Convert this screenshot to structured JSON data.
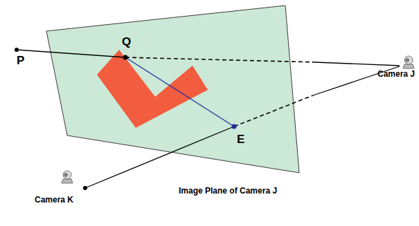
{
  "diagram": {
    "labels": [
      "Q",
      "P",
      "Camera J",
      "E",
      "Image Plane of Camera J",
      "Camera K"
    ]
  }
}
